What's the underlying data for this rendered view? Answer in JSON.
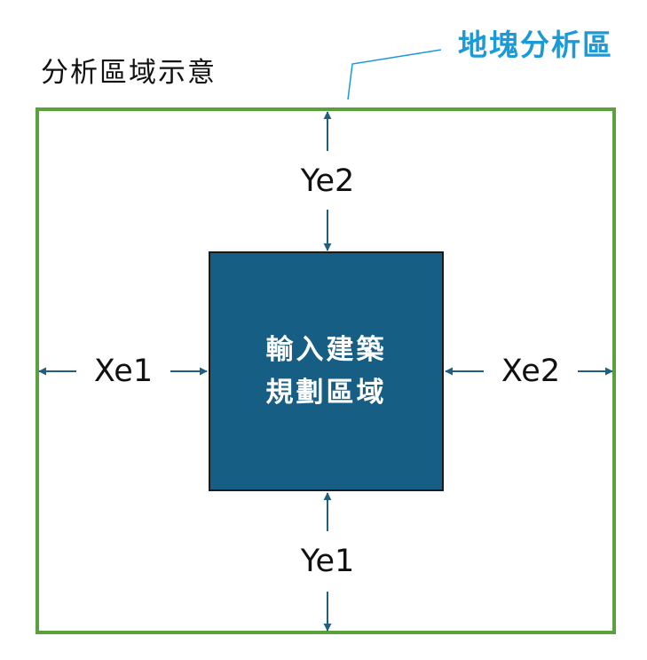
{
  "title": "分析區域示意",
  "callout": {
    "label": "地塊分析區"
  },
  "center": {
    "line1": "輸入建築",
    "line2": "規劃區域"
  },
  "dims": {
    "ye2": "Ye2",
    "ye1": "Ye1",
    "xe1": "Xe1",
    "xe2": "Xe2"
  },
  "colors": {
    "site_border": "#5aa03c",
    "center_fill": "#165e83",
    "arrow": "#1f5f80",
    "callout": "#1a9ad6"
  }
}
